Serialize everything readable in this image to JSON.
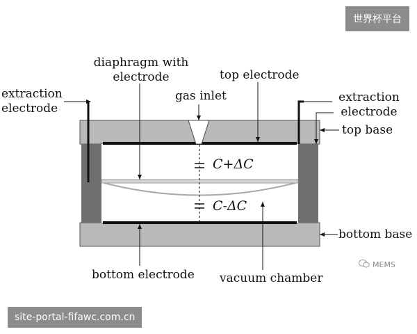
{
  "labels": {
    "diaphragm": "diaphragm with\nelectrode",
    "top_electrode": "top electrode",
    "gas_inlet": "gas inlet",
    "extraction_left": "extraction\nelectrode",
    "extraction_right": "extraction\nelectrode",
    "top_base": "top base",
    "bottom_base": "bottom base",
    "bottom_electrode": "bottom electrode",
    "vacuum_chamber": "vacuum chamber",
    "cap_upper": "C+ΔC",
    "cap_lower": "C-ΔC"
  },
  "watermarks": {
    "top_right": "世界杯平台",
    "bottom_left": "site-portal-fifawc.com.cn",
    "mems": "MEMS"
  },
  "colors": {
    "base_gray": "#b9b9b9",
    "wall_dark": "#6f6f6f",
    "electrode": "#111111",
    "diaphragm": "#cfcfcf",
    "badge": "#8c8c8c"
  }
}
